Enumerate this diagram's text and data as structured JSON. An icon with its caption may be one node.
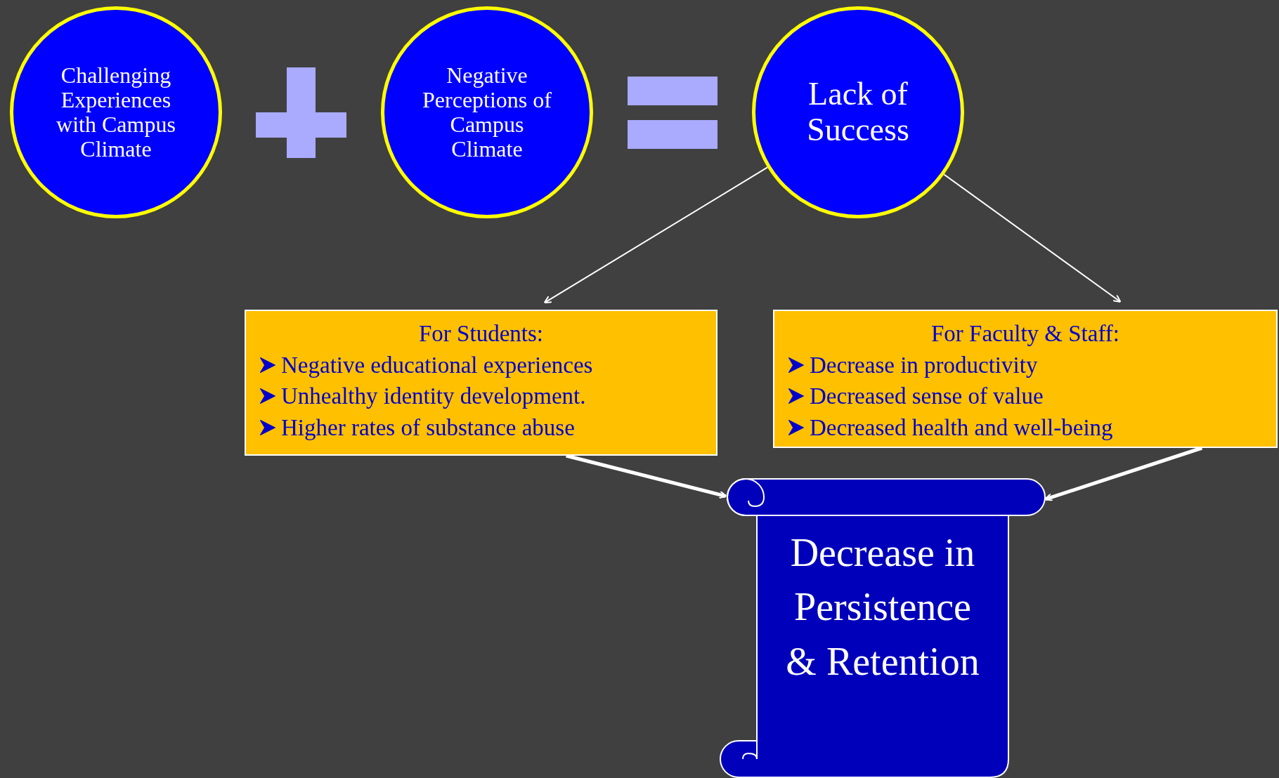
{
  "diagram": {
    "nodes": [
      {
        "text": [
          "Challenging Experiences with Campus Climate"
        ]
      },
      {
        "text": [
          "Negative Perceptions of Campus Climate"
        ]
      },
      {
        "text": [
          "Lack of Success"
        ]
      },
      {
        "text": [
          "For Students:",
          "Negative educational experiences",
          "Unhealthy identity development.",
          "Higher rates of  substance abuse"
        ]
      },
      {
        "text": [
          "For Faculty & Staff:",
          "Decrease in productivity",
          "Decreased sense of value",
          "Decreased health and well-being"
        ]
      },
      {
        "text": [
          "Decrease in Persistence & Retention"
        ]
      }
    ],
    "edges": [
      {
        "from": 2,
        "to": 3,
        "arrow": "to"
      },
      {
        "from": 2,
        "to": 4,
        "arrow": "to"
      },
      {
        "from": 3,
        "to": 5,
        "arrow": "to",
        "style": "thick"
      },
      {
        "from": 4,
        "to": 5,
        "arrow": "to",
        "style": "thick"
      }
    ]
  }
}
